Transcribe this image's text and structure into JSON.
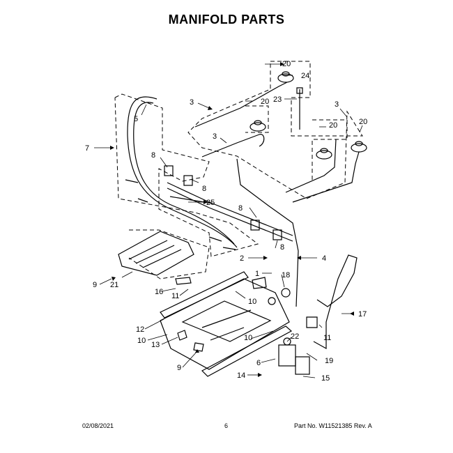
{
  "title": "MANIFOLD PARTS",
  "footer": {
    "date": "02/08/2021",
    "page": "6",
    "part": "Part No. W11521385  Rev. A"
  },
  "callouts": [
    "20",
    "24",
    "23",
    "3",
    "5",
    "20",
    "3",
    "7",
    "20",
    "20",
    "3",
    "8",
    "8",
    "25",
    "8",
    "8",
    "2",
    "1",
    "4",
    "9",
    "21",
    "16",
    "11",
    "18",
    "10",
    "17",
    "12",
    "10",
    "13",
    "11",
    "22",
    "10",
    "9",
    "6",
    "19",
    "14",
    "15"
  ]
}
